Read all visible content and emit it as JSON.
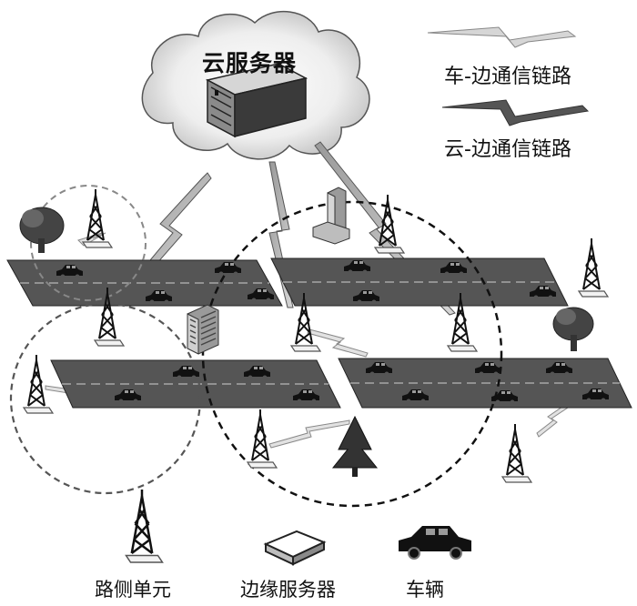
{
  "title": "云服务器",
  "legend": {
    "vehicle_edge_link": "车-边通信链路",
    "cloud_edge_link": "云-边通信链路"
  },
  "bottom_legend": {
    "rsu": "路侧单元",
    "edge_server": "边缘服务器",
    "vehicle": "车辆"
  }
}
